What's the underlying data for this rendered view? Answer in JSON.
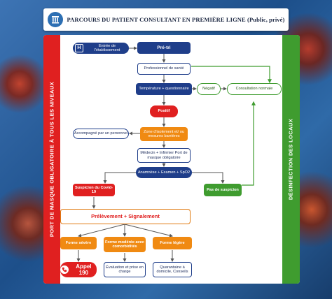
{
  "header": {
    "title": "PARCOURS DU PATIENT CONSULTANT EN PREMIÈRE LIGNE (Public, privé)"
  },
  "side_labels": {
    "left": "PORT DE MASQUE OBLIGATOIRE À TOUS LES NIVEAUX",
    "right": "DÉSINFECTION DES LOCAUX"
  },
  "nodes": {
    "entree": "Entrée de l'établissement",
    "hospital_icon": "H",
    "pretri": "Pré-tri",
    "professionnel": "Professionnel de santé",
    "temperature": "Température + questionnaire",
    "negatif": "Négatif",
    "consultation": "Consultation normale",
    "positif": "Positif",
    "accompagne": "Accompagné par un personnel",
    "zone": "Zone d'isolement et/ ou mesures barrières",
    "medecin": "Médecin + Infirmier Port de masque obligatoire",
    "anamnese": "Anamnèse + Examen + SpO2",
    "suspicion": "Suspicion du Covid-19",
    "pas_suspicion": "Pas de suspicion",
    "prelevement": "Prélèvement + Signalement",
    "forme_severe": "Forme sévère",
    "forme_moderee": "Forme modérée avec comorbidités",
    "forme_legere": "Forme légère",
    "appel": "Appel 190",
    "evaluation": "Évaluation et prise en charge",
    "quarantaine": "Quarantaine à domicile, Conseils"
  },
  "colors": {
    "navy": "#1f3e8a",
    "red": "#e02020",
    "green": "#3f9c2f",
    "orange": "#f08a12"
  },
  "icons": {
    "logo": "pillar-logo-icon",
    "entree": "hospital-icon",
    "appel": "phone-icon"
  }
}
